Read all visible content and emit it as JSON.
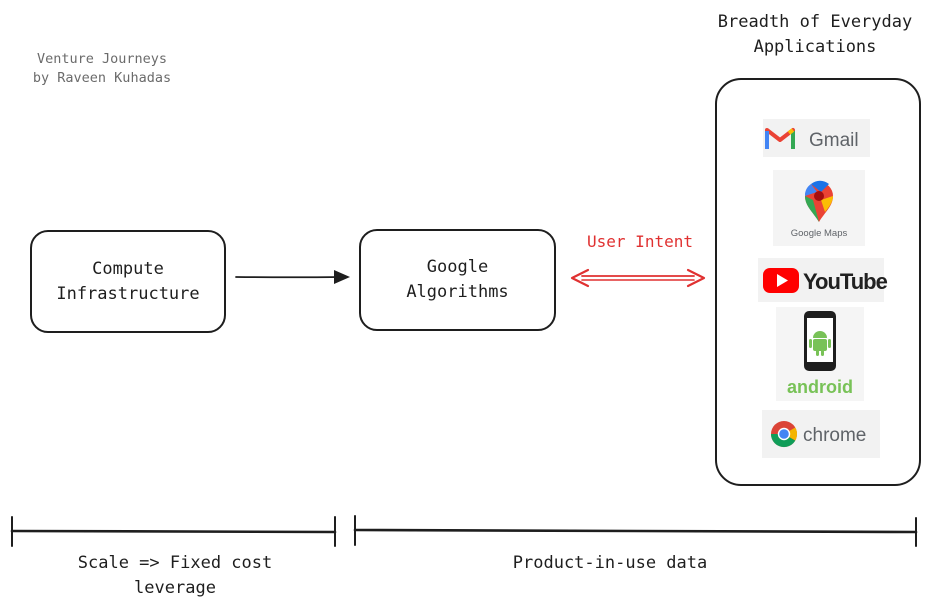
{
  "credit": {
    "line1": "Venture Journeys",
    "line2": "by Raveen Kuhadas"
  },
  "nodes": {
    "compute": {
      "line1": "Compute",
      "line2": "Infrastructure"
    },
    "algorithms": {
      "line1": "Google",
      "line2": "Algorithms"
    }
  },
  "edges": {
    "user_intent_label": "User Intent"
  },
  "apps": {
    "title_line1": "Breadth of Everyday",
    "title_line2": "Applications",
    "items": [
      {
        "name": "Gmail",
        "icon": "gmail-logo-icon"
      },
      {
        "name": "Google Maps",
        "icon": "google-maps-pin-icon"
      },
      {
        "name": "YouTube",
        "icon": "youtube-play-icon"
      },
      {
        "name": "android",
        "icon": "android-phone-icon"
      },
      {
        "name": "chrome",
        "icon": "chrome-logo-icon"
      }
    ]
  },
  "brackets": {
    "left_label_line1": "Scale => Fixed cost",
    "left_label_line2": "leverage",
    "right_label": "Product-in-use data"
  },
  "colors": {
    "stroke": "#1e1e1e",
    "accent_red": "#e03131",
    "credit_gray": "#6b6b6b"
  }
}
